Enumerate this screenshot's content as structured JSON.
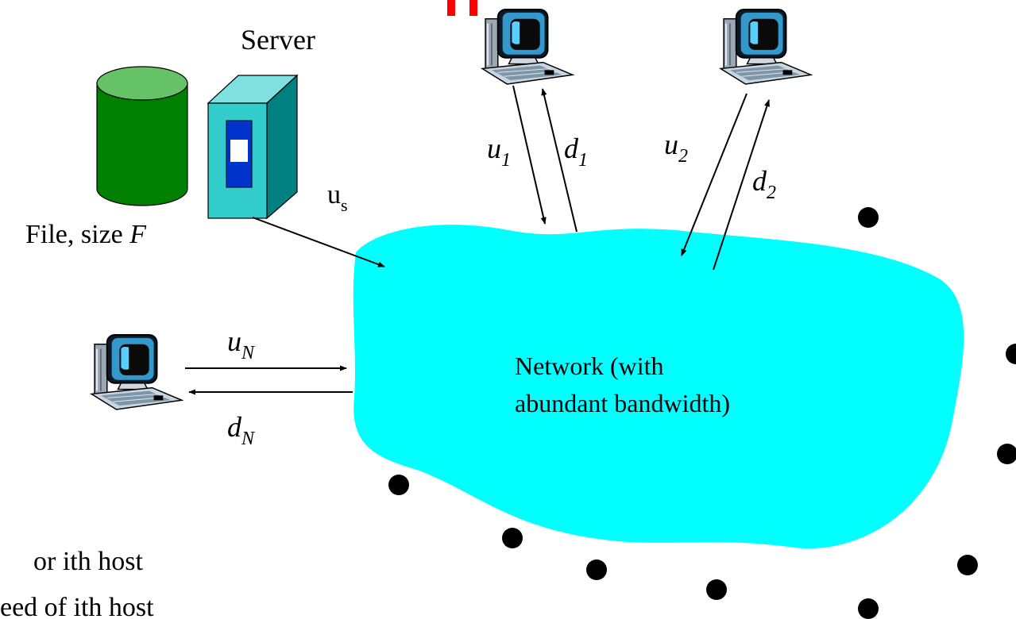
{
  "labels": {
    "server": "Server",
    "file": "File, size ",
    "file_var": "F",
    "us_main": "u",
    "us_sub": "s",
    "u1_main": "u",
    "u1_sub": "1",
    "d1_main": "d",
    "d1_sub": "1",
    "u2_main": "u",
    "u2_sub": "2",
    "d2_main": "d",
    "d2_sub": "2",
    "uN_main": "u",
    "uN_sub": "N",
    "dN_main": "d",
    "dN_sub": "N",
    "network_line1": "Network (with",
    "network_line2": "abundant bandwidth)",
    "footer_line1": "or ith host",
    "footer_line2": "eed of ith host"
  },
  "colors": {
    "cloud": "#00FFFF",
    "cylinder": "#008000",
    "cylinder_top": "#66C266",
    "server_front": "#33CCCC",
    "server_side": "#008080",
    "server_panel": "#0033CC",
    "title_fragment": "#FF0000"
  }
}
